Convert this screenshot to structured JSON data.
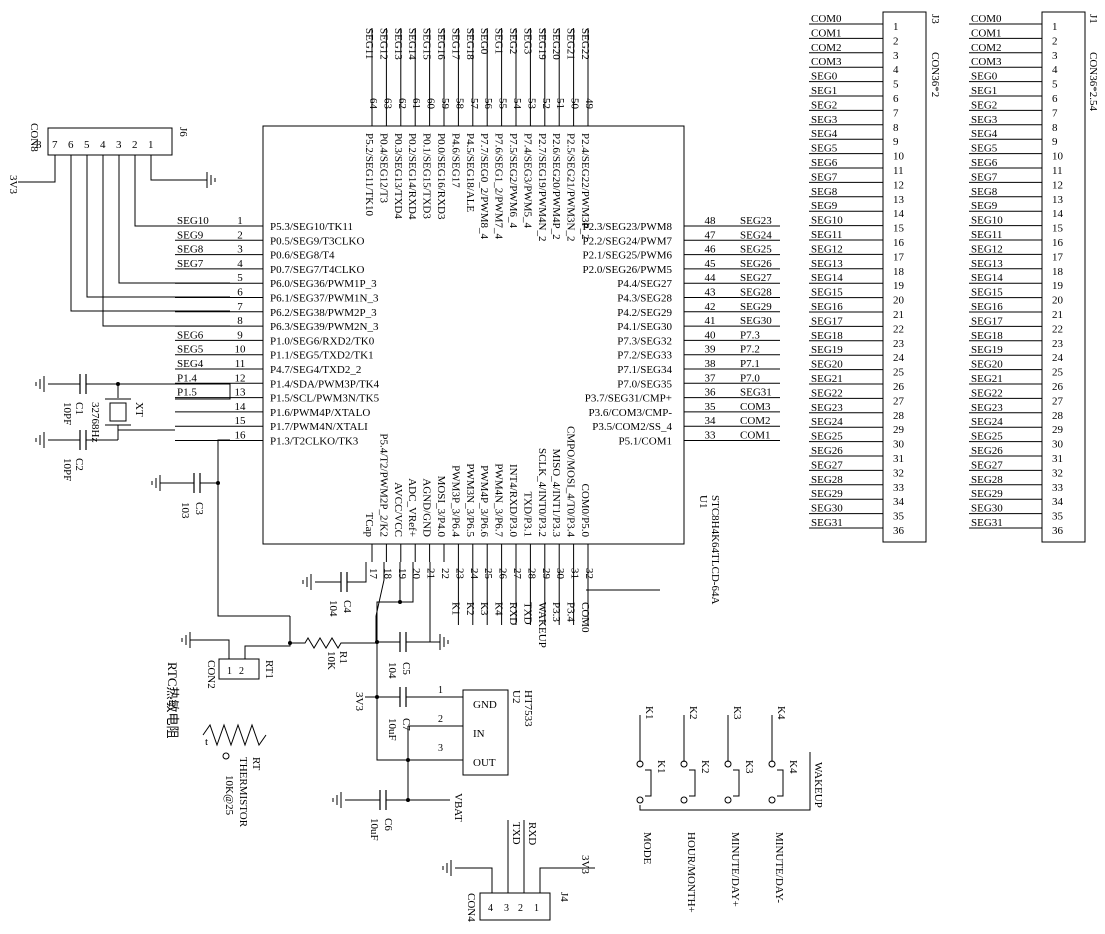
{
  "u1": {
    "ref": "U1",
    "part": "STC8H4K64TLCD-64A",
    "left_pins": [
      {
        "num": "1",
        "label": "P5.3/SEG10/TK11",
        "net": "SEG10"
      },
      {
        "num": "2",
        "label": "P0.5/SEG9/T3CLKO",
        "net": "SEG9"
      },
      {
        "num": "3",
        "label": "P0.6/SEG8/T4",
        "net": "SEG8"
      },
      {
        "num": "4",
        "label": "P0.7/SEG7/T4CLKO",
        "net": "SEG7"
      },
      {
        "num": "5",
        "label": "P6.0/SEG36/PWM1P_3",
        "net": ""
      },
      {
        "num": "6",
        "label": "P6.1/SEG37/PWM1N_3",
        "net": ""
      },
      {
        "num": "7",
        "label": "P6.2/SEG38/PWM2P_3",
        "net": ""
      },
      {
        "num": "8",
        "label": "P6.3/SEG39/PWM2N_3",
        "net": ""
      },
      {
        "num": "9",
        "label": "P1.0/SEG6/RXD2/TK0",
        "net": "SEG6"
      },
      {
        "num": "10",
        "label": "P1.1/SEG5/TXD2/TK1",
        "net": "SEG5"
      },
      {
        "num": "11",
        "label": "P4.7/SEG4/TXD2_2",
        "net": "SEG4"
      },
      {
        "num": "12",
        "label": "P1.4/SDA/PWM3P/TK4",
        "net": "P1.4"
      },
      {
        "num": "13",
        "label": "P1.5/SCL/PWM3N/TK5",
        "net": "P1.5"
      },
      {
        "num": "14",
        "label": "P1.6/PWM4P/XTALO",
        "net": ""
      },
      {
        "num": "15",
        "label": "P1.7/PWM4N/XTALI",
        "net": ""
      },
      {
        "num": "16",
        "label": "P1.3/T2CLKO/TK3",
        "net": ""
      }
    ],
    "right_pins": [
      {
        "num": "48",
        "label": "P2.3/SEG23/PWM8",
        "net": "SEG23"
      },
      {
        "num": "47",
        "label": "P2.2/SEG24/PWM7",
        "net": "SEG24"
      },
      {
        "num": "46",
        "label": "P2.1/SEG25/PWM6",
        "net": "SEG25"
      },
      {
        "num": "45",
        "label": "P2.0/SEG26/PWM5",
        "net": "SEG26"
      },
      {
        "num": "44",
        "label": "P4.4/SEG27",
        "net": "SEG27"
      },
      {
        "num": "43",
        "label": "P4.3/SEG28",
        "net": "SEG28"
      },
      {
        "num": "42",
        "label": "P4.2/SEG29",
        "net": "SEG29"
      },
      {
        "num": "41",
        "label": "P4.1/SEG30",
        "net": "SEG30"
      },
      {
        "num": "40",
        "label": "P7.3/SEG32",
        "net": "P7.3"
      },
      {
        "num": "39",
        "label": "P7.2/SEG33",
        "net": "P7.2"
      },
      {
        "num": "38",
        "label": "P7.1/SEG34",
        "net": "P7.1"
      },
      {
        "num": "37",
        "label": "P7.0/SEG35",
        "net": "P7.0"
      },
      {
        "num": "36",
        "label": "P3.7/SEG31/CMP+",
        "net": "SEG31"
      },
      {
        "num": "35",
        "label": "P3.6/COM3/CMP-",
        "net": "COM3"
      },
      {
        "num": "34",
        "label": "P3.5/COM2/SS_4",
        "net": "COM2"
      },
      {
        "num": "33",
        "label": "P5.1/COM1",
        "net": "COM1"
      }
    ],
    "top_pins": [
      {
        "num": "64",
        "label": "P5.2/SEG11/TK10",
        "net": "SEG11"
      },
      {
        "num": "63",
        "label": "P0.4/SEG12/T3",
        "net": "SEG12"
      },
      {
        "num": "62",
        "label": "P0.3/SEG13/TXD4",
        "net": "SEG13"
      },
      {
        "num": "61",
        "label": "P0.2/SEG14/RXD4",
        "net": "SEG14"
      },
      {
        "num": "60",
        "label": "P0.1/SEG15/TXD3",
        "net": "SEG15"
      },
      {
        "num": "59",
        "label": "P0.0/SEG16/RXD3",
        "net": "SEG16"
      },
      {
        "num": "58",
        "label": "P4.6/SEG17",
        "net": "SEG17"
      },
      {
        "num": "57",
        "label": "P4.5/SEG18/ALE",
        "net": "SEG18"
      },
      {
        "num": "56",
        "label": "P7.7/SEG0_2/PWM8_4",
        "net": "SEG0"
      },
      {
        "num": "55",
        "label": "P7.6/SEG1_2/PWM7_4",
        "net": "SEG1"
      },
      {
        "num": "54",
        "label": "P7.5/SEG2/PWM6_4",
        "net": "SEG2"
      },
      {
        "num": "53",
        "label": "P7.4/SEG3/PWM5_4",
        "net": "SEG3"
      },
      {
        "num": "52",
        "label": "P2.7/SEG19/PWM4N_2",
        "net": "SEG19"
      },
      {
        "num": "51",
        "label": "P2.6/SEG20/PWM4P_2",
        "net": "SEG20"
      },
      {
        "num": "50",
        "label": "P2.5/SEG21/PWM3N_2",
        "net": "SEG21"
      },
      {
        "num": "49",
        "label": "P2.4/SEG22/PWM3P_2",
        "net": "SEG22"
      }
    ],
    "bottom_pins": [
      {
        "num": "17",
        "label": "TCap"
      },
      {
        "num": "18",
        "label": "P5.4/T2/PWM2P_2/K2"
      },
      {
        "num": "19",
        "label": "AVCC/VCC"
      },
      {
        "num": "20",
        "label": "ADC_VRef+"
      },
      {
        "num": "21",
        "label": "AGND/GND"
      },
      {
        "num": "22",
        "label": "MOSI_3/P4.0"
      },
      {
        "num": "23",
        "label": "PWM3P_3/P6.4"
      },
      {
        "num": "24",
        "label": "PWM3N_3/P6.5"
      },
      {
        "num": "25",
        "label": "PWM4P_3/P6.6"
      },
      {
        "num": "26",
        "label": "PWM4N_3/P6.7"
      },
      {
        "num": "27",
        "label": "INT4/RXD/P3.0"
      },
      {
        "num": "28",
        "label": "TXD/P3.1"
      },
      {
        "num": "29",
        "label": "SCLK_4/INT0/P3.2"
      },
      {
        "num": "30",
        "label": "MISO_4/INT1/P3.3"
      },
      {
        "num": "31",
        "label": "CMPO/MOSI_4/T0/P3.4"
      },
      {
        "num": "32",
        "label": "COM0/P5.0"
      }
    ],
    "bottom_nets": [
      "",
      "",
      "",
      "",
      "",
      "",
      "K1",
      "K2",
      "K3",
      "K4",
      "RXD",
      "TXD",
      "WAKEUP",
      "P3.3",
      "P3.4",
      "COM0"
    ]
  },
  "connectors": {
    "j3": {
      "ref": "J3",
      "part": "CON36*2",
      "pins": [
        "1",
        "2",
        "3",
        "4",
        "5",
        "6",
        "7",
        "8",
        "9",
        "10",
        "11",
        "12",
        "13",
        "14",
        "15",
        "16",
        "17",
        "18",
        "19",
        "20",
        "21",
        "22",
        "23",
        "24",
        "25",
        "26",
        "27",
        "28",
        "29",
        "30",
        "31",
        "32",
        "33",
        "34",
        "35",
        "36"
      ],
      "nets": [
        "COM0",
        "COM1",
        "COM2",
        "COM3",
        "SEG0",
        "SEG1",
        "SEG2",
        "SEG3",
        "SEG4",
        "SEG5",
        "SEG6",
        "SEG7",
        "SEG8",
        "SEG9",
        "SEG10",
        "SEG11",
        "SEG12",
        "SEG13",
        "SEG14",
        "SEG15",
        "SEG16",
        "SEG17",
        "SEG18",
        "SEG19",
        "SEG20",
        "SEG21",
        "SEG22",
        "SEG23",
        "SEG24",
        "SEG25",
        "SEG26",
        "SEG27",
        "SEG28",
        "SEG29",
        "SEG30",
        "SEG31"
      ]
    },
    "j1": {
      "ref": "J1",
      "part": "CON36*2.54",
      "pins": [
        "1",
        "2",
        "3",
        "4",
        "5",
        "6",
        "7",
        "8",
        "9",
        "10",
        "11",
        "12",
        "13",
        "14",
        "15",
        "16",
        "17",
        "18",
        "19",
        "20",
        "21",
        "22",
        "23",
        "24",
        "25",
        "26",
        "27",
        "28",
        "29",
        "30",
        "31",
        "32",
        "33",
        "34",
        "35",
        "36"
      ],
      "nets": [
        "COM0",
        "COM1",
        "COM2",
        "COM3",
        "SEG0",
        "SEG1",
        "SEG2",
        "SEG3",
        "SEG4",
        "SEG5",
        "SEG6",
        "SEG7",
        "SEG8",
        "SEG9",
        "SEG10",
        "SEG11",
        "SEG12",
        "SEG13",
        "SEG14",
        "SEG15",
        "SEG16",
        "SEG17",
        "SEG18",
        "SEG19",
        "SEG20",
        "SEG21",
        "SEG22",
        "SEG23",
        "SEG24",
        "SEG25",
        "SEG26",
        "SEG27",
        "SEG28",
        "SEG29",
        "SEG30",
        "SEG31"
      ]
    },
    "j6": {
      "ref": "J6",
      "part": "CON8",
      "pins": [
        "1",
        "2",
        "3",
        "4",
        "5",
        "6",
        "7",
        "8"
      ]
    },
    "j4": {
      "ref": "J4",
      "part": "CON4",
      "pins": [
        "1",
        "2",
        "3",
        "4"
      ],
      "nets": [
        "3V3",
        "RXD",
        "TXD",
        ""
      ]
    },
    "con2": {
      "part": "CON2",
      "pins": [
        "1",
        "2"
      ]
    }
  },
  "parts": {
    "c1": {
      "ref": "C1",
      "value": "10PF"
    },
    "c2": {
      "ref": "C2",
      "value": "10PF"
    },
    "c3": {
      "ref": "C3",
      "value": "103"
    },
    "c4": {
      "ref": "C4",
      "value": "104"
    },
    "c5": {
      "ref": "C5",
      "value": "104"
    },
    "c6": {
      "ref": "C6",
      "value": "10uF"
    },
    "c7": {
      "ref": "C7",
      "value": "10uF"
    },
    "r1": {
      "ref": "R1",
      "value": "10K"
    },
    "xt": {
      "ref": "XT",
      "value": "32768Hz"
    },
    "rt1": {
      "ref": "RT1",
      "caption": "RTC热敏电阻"
    },
    "rt": {
      "ref": "RT",
      "lines": [
        "THERMISTOR",
        "10K@25"
      ],
      "pin": "t"
    },
    "u2": {
      "ref": "U2",
      "part": "HT7533",
      "pins": [
        {
          "num": "1",
          "name": "GND"
        },
        {
          "num": "2",
          "name": "IN"
        },
        {
          "num": "3",
          "name": "OUT"
        }
      ]
    }
  },
  "nets": {
    "v3v3": "3V3",
    "vbat": "VBAT",
    "wakeup": "WAKEUP",
    "p14": "P1.4",
    "p15": "P1.5"
  },
  "keys": [
    {
      "net": "K1",
      "ref": "K1",
      "label": "MODE"
    },
    {
      "net": "K2",
      "ref": "K2",
      "label": "HOUR/MONTH+"
    },
    {
      "net": "K3",
      "ref": "K3",
      "label": "MINUTE/DAY+"
    },
    {
      "net": "K4",
      "ref": "K4",
      "label": "MINUTE/DAY-"
    }
  ]
}
